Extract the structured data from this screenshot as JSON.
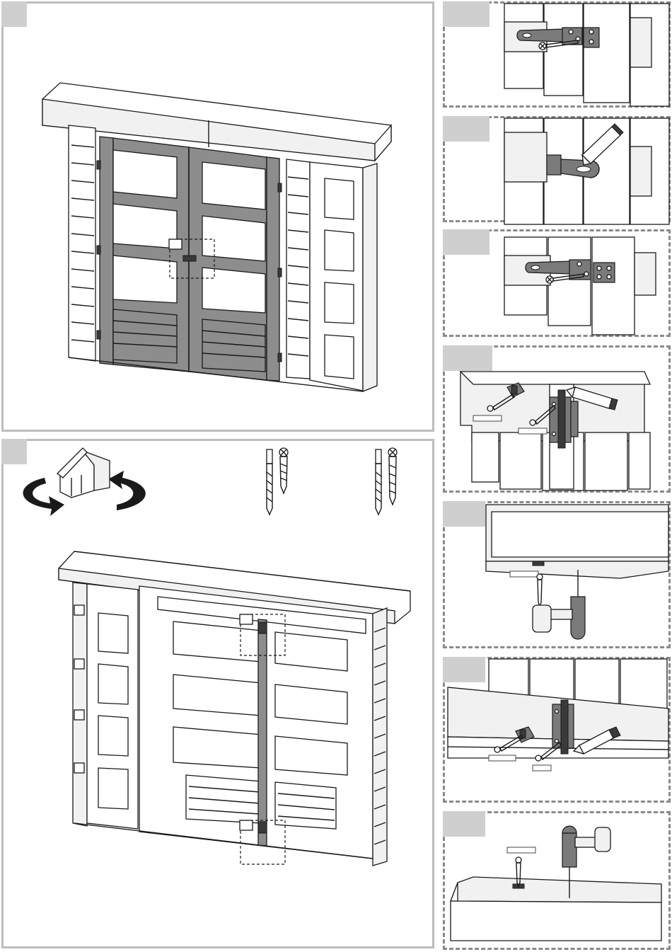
{
  "figure": {
    "panels": [
      {
        "id": "main-front-view"
      },
      {
        "id": "main-back-view"
      },
      {
        "id": "detail-hasp-mount"
      },
      {
        "id": "detail-hasp-mark"
      },
      {
        "id": "detail-hasp-staple"
      },
      {
        "id": "detail-top-bolt-mark"
      },
      {
        "id": "detail-top-drill"
      },
      {
        "id": "detail-bottom-bolt-mark"
      },
      {
        "id": "detail-bottom-drill"
      }
    ],
    "colors": {
      "frame": "#8d8d8d",
      "panel_border": "#bdbdbd",
      "dashed_border": "#8a8a8a",
      "tab": "#cfcfcf"
    }
  }
}
